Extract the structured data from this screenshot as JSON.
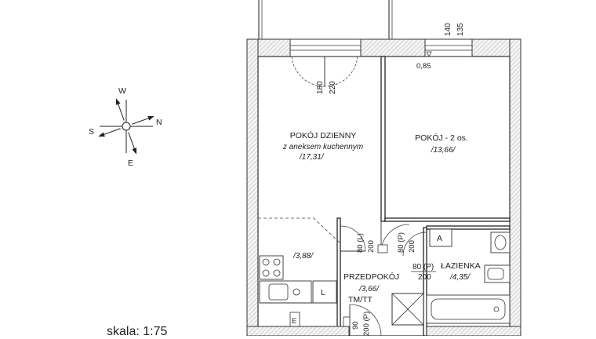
{
  "compass": {
    "w": "W",
    "s": "S",
    "n": "N",
    "e": "E"
  },
  "rooms": {
    "living": {
      "name": "POKÓJ DZIENNY",
      "sub": "z aneksem kuchennym",
      "area": "/17,31/"
    },
    "bedroom": {
      "name": "POKÓJ - 2 os.",
      "area": "/13,66/"
    },
    "kitchen": {
      "area": "/3,88/"
    },
    "hall": {
      "name": "PRZEDPOKÓJ",
      "area": "/3,66/"
    },
    "bathroom": {
      "name": "ŁAZIENKA",
      "area": "/4,35/"
    }
  },
  "dims": {
    "door_living_w": "180",
    "door_living_h": "220",
    "window_bed_w": "140",
    "window_bed_h": "135",
    "sill": "0,85",
    "door_hall1_w": "80 (L)",
    "door_hall1_h": "200",
    "door_hall2_w": "80 (P)",
    "door_hall2_h": "200",
    "door_bath_w": "80 (P)",
    "door_bath_h": "200",
    "door_entry_w": "90",
    "door_entry_h": "200 (P)"
  },
  "symbols": {
    "a": "A",
    "l": "L",
    "tmtt": "TM/TT",
    "e": "E"
  },
  "scale_text": "skala: 1:75"
}
